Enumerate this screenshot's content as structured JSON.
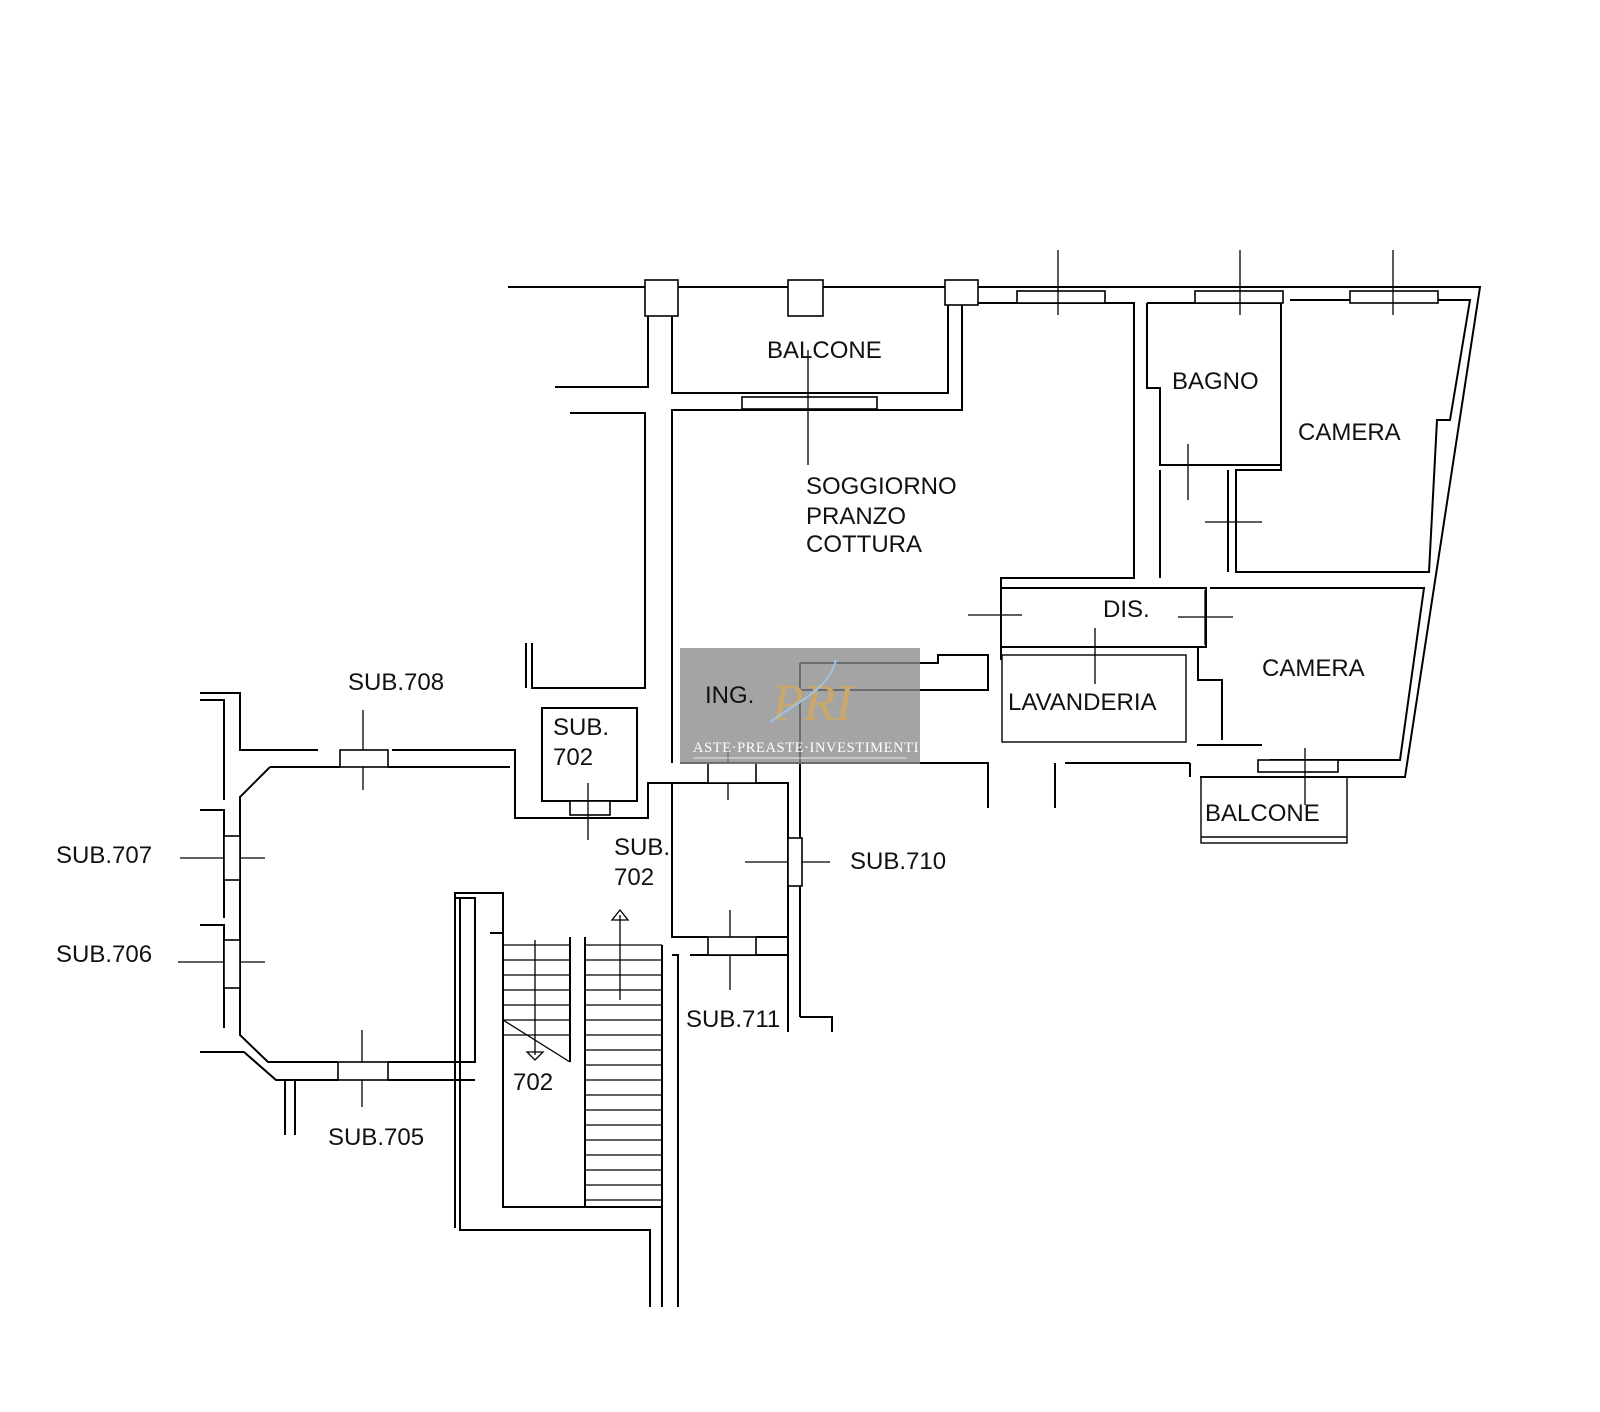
{
  "rooms": {
    "balcone_top": "BALCONE",
    "bagno": "BAGNO",
    "camera_top": "CAMERA",
    "soggiorno_line1": "SOGGIORNO",
    "soggiorno_line2": "PRANZO",
    "soggiorno_line3": "COTTURA",
    "dis": "DIS.",
    "camera_bottom": "CAMERA",
    "lavanderia": "LAVANDERIA",
    "ing": "ING.",
    "balcone_bottom": "BALCONE"
  },
  "subunits": {
    "sub708": "SUB.708",
    "sub702_box_line1": "SUB.",
    "sub702_box_line2": "702",
    "sub707": "SUB.707",
    "sub706": "SUB.706",
    "sub702_center_line1": "SUB.",
    "sub702_center_line2": "702",
    "sub710": "SUB.710",
    "sub711": "SUB.711",
    "stair_702": "702",
    "sub705": "SUB.705"
  },
  "watermark": {
    "monogram": "PRI",
    "tagline": "ASTE·PREASTE·INVESTIMENTI",
    "background": "#8a8a8a",
    "accent": "#c9a86a",
    "accent_blue": "#9ec3e6"
  }
}
